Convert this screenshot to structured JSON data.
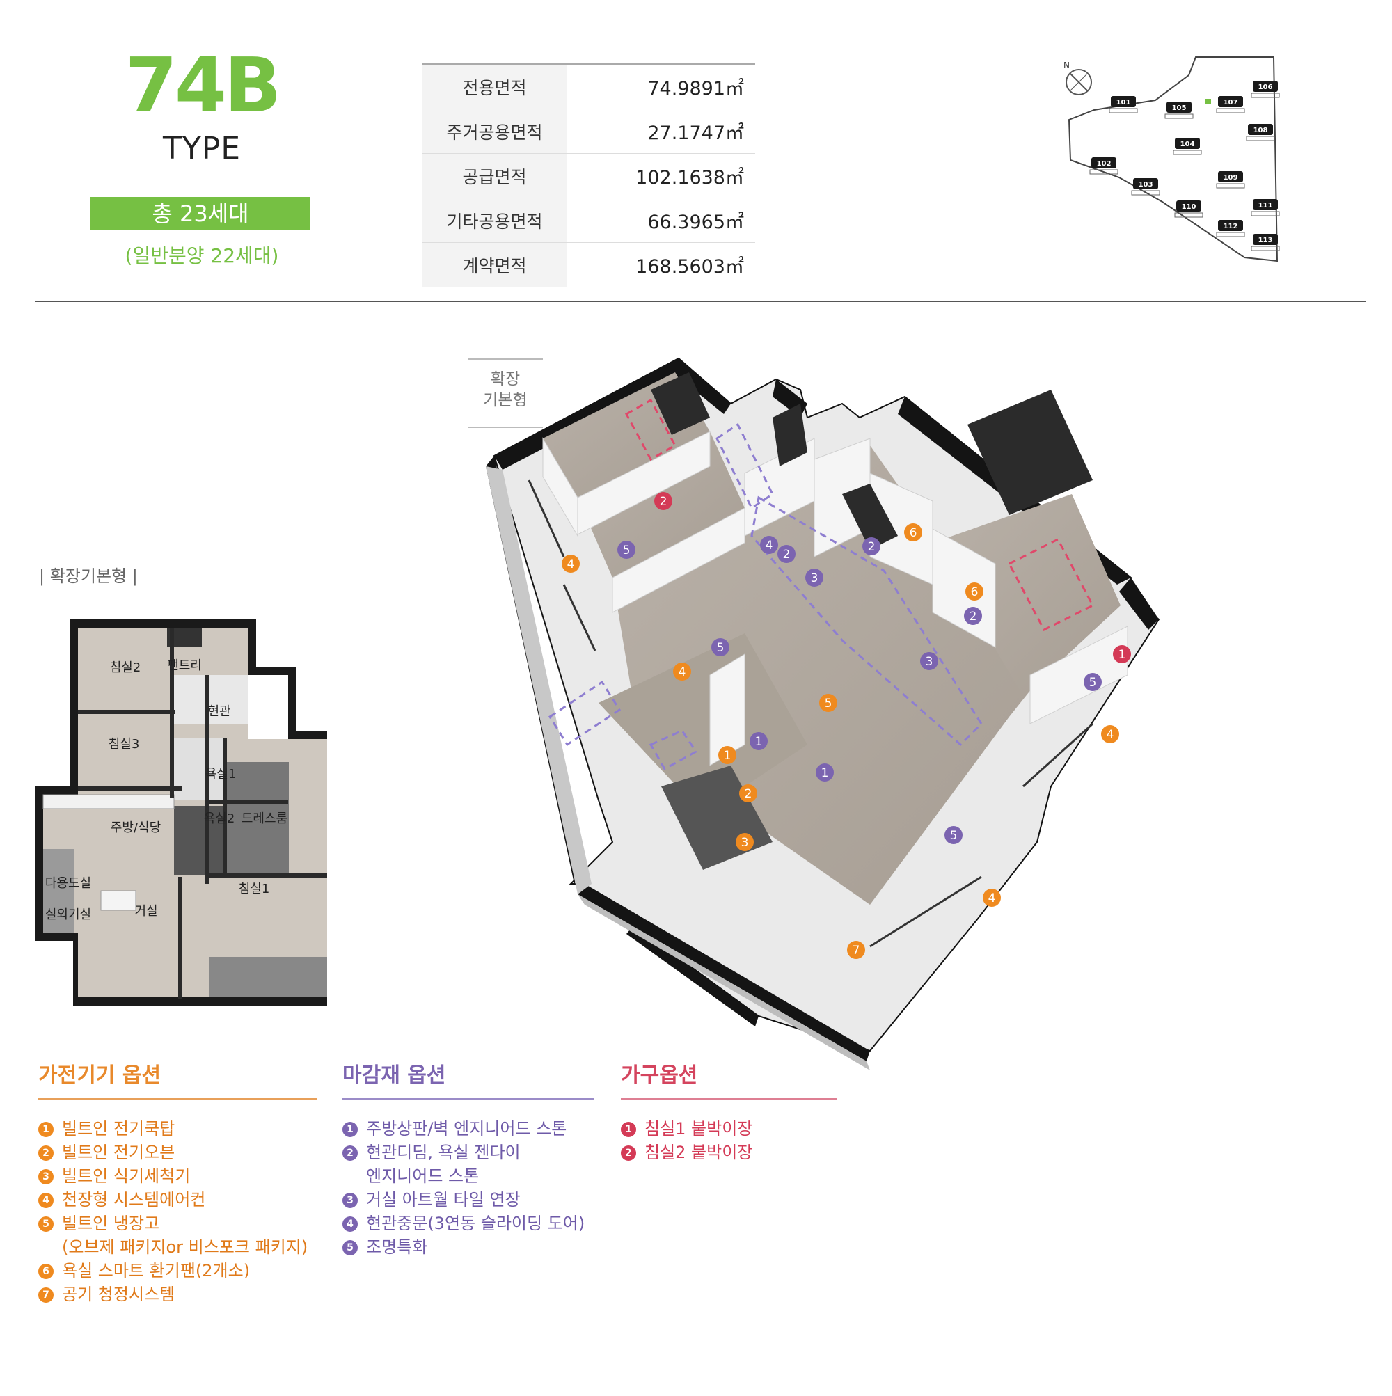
{
  "header": {
    "type_code": "74B",
    "type_word": "TYPE",
    "total_units": "총 23세대",
    "general_units": "(일반분양 22세대)"
  },
  "area_table": [
    {
      "label": "전용면적",
      "value": "74.9891㎡"
    },
    {
      "label": "주거공용면적",
      "value": "27.1747㎡"
    },
    {
      "label": "공급면적",
      "value": "102.1638㎡"
    },
    {
      "label": "기타공용면적",
      "value": "66.3965㎡"
    },
    {
      "label": "계약면적",
      "value": "168.5603㎡"
    }
  ],
  "site_map": {
    "north": "N",
    "buildings": [
      "101",
      "102",
      "103",
      "104",
      "105",
      "106",
      "107",
      "108",
      "109",
      "110",
      "111",
      "112",
      "113"
    ],
    "highlight_color": "#76c043"
  },
  "plan": {
    "caption": "| 확장기본형 |",
    "iso_tag": [
      "확장",
      "기본형"
    ],
    "rooms": [
      "침실2",
      "팬트리",
      "현관",
      "침실3",
      "욕실1",
      "욕실2",
      "드레스룸",
      "주방/식당",
      "다용도실",
      "침실1",
      "거실",
      "실외기실"
    ]
  },
  "options": {
    "appliance": {
      "title": "가전기기 옵션",
      "items": [
        {
          "num": "1",
          "text": "빌트인 전기쿡탑"
        },
        {
          "num": "2",
          "text": "빌트인 전기오븐"
        },
        {
          "num": "3",
          "text": "빌트인 식기세척기"
        },
        {
          "num": "4",
          "text": "천장형 시스템에어컨"
        },
        {
          "num": "5",
          "text": "빌트인 냉장고",
          "sub": "(오브제 패키지or 비스포크 패키지)"
        },
        {
          "num": "6",
          "text": "욕실 스마트 환기팬(2개소)"
        },
        {
          "num": "7",
          "text": "공기 청정시스템"
        }
      ]
    },
    "finish": {
      "title": "마감재 옵션",
      "items": [
        {
          "num": "1",
          "text": "주방상판/벽 엔지니어드 스톤"
        },
        {
          "num": "2",
          "text": "현관디딤, 욕실 젠다이",
          "sub": "엔지니어드 스톤"
        },
        {
          "num": "3",
          "text": "거실 아트월 타일 연장"
        },
        {
          "num": "4",
          "text": "현관중문(3연동 슬라이딩 도어)"
        },
        {
          "num": "5",
          "text": "조명특화"
        }
      ]
    },
    "furniture": {
      "title": "가구옵션",
      "items": [
        {
          "num": "1",
          "text": "침실1 붙박이장"
        },
        {
          "num": "2",
          "text": "침실2 붙박이장"
        }
      ]
    }
  },
  "colors": {
    "brand_green": "#76c043",
    "appliance_orange": "#ef8a1f",
    "finish_purple": "#7b64b0",
    "furniture_red": "#d43a56"
  }
}
